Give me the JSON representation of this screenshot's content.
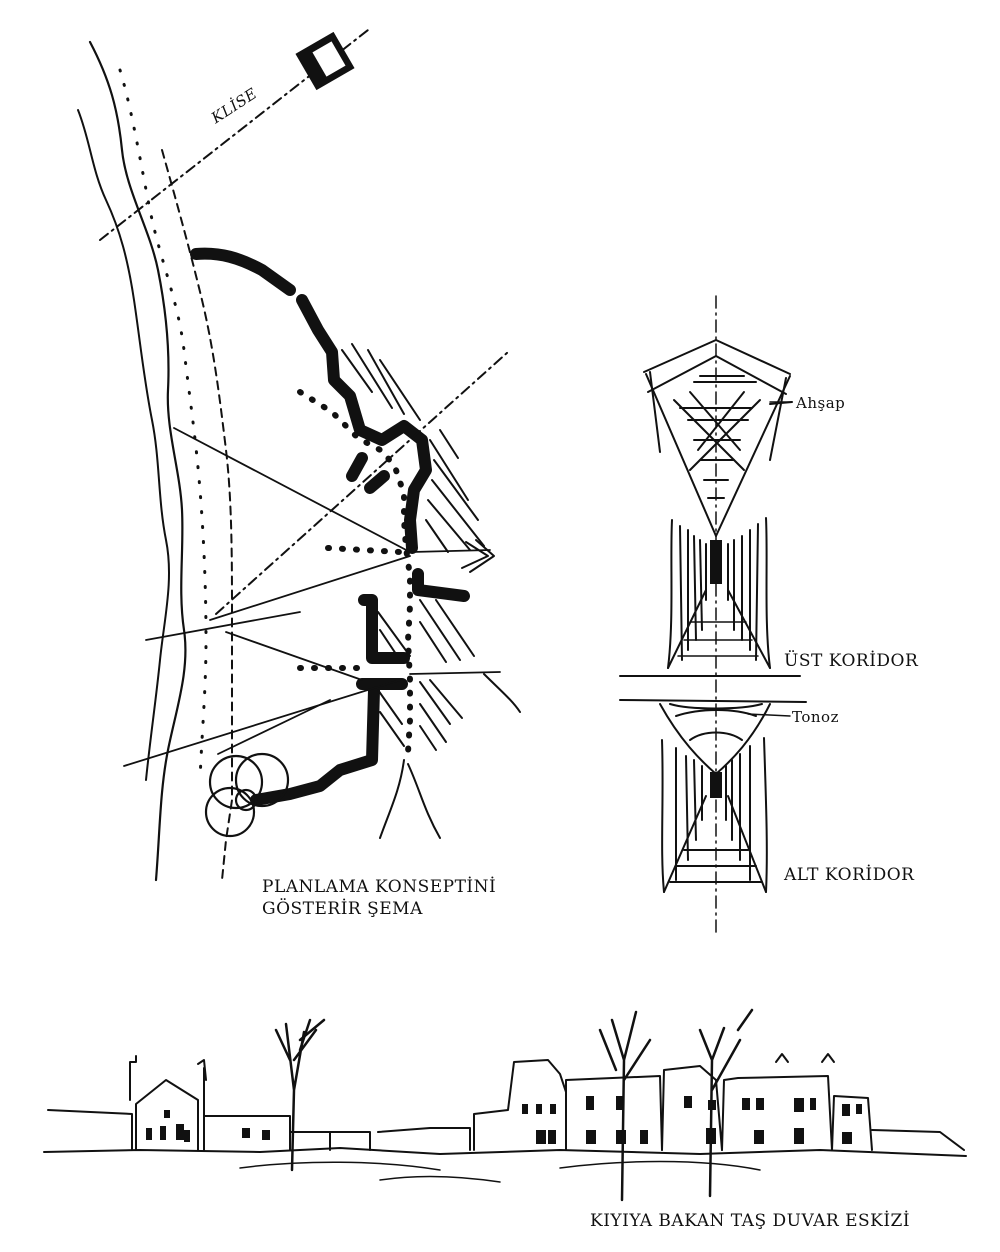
{
  "plan": {
    "church_label": "KLİSE",
    "caption_line1": "PLANLAMA KONSEPTİNİ",
    "caption_line2": "GÖSTERİR ŞEMA"
  },
  "corridor": {
    "wood_label": "Ahşap",
    "upper_caption": "ÜST KORİDOR",
    "vault_label": "Tonoz",
    "lower_caption": "ALT KORİDOR"
  },
  "elevation": {
    "caption": "KIYIYA BAKAN TAŞ DUVAR ESKİZİ"
  }
}
